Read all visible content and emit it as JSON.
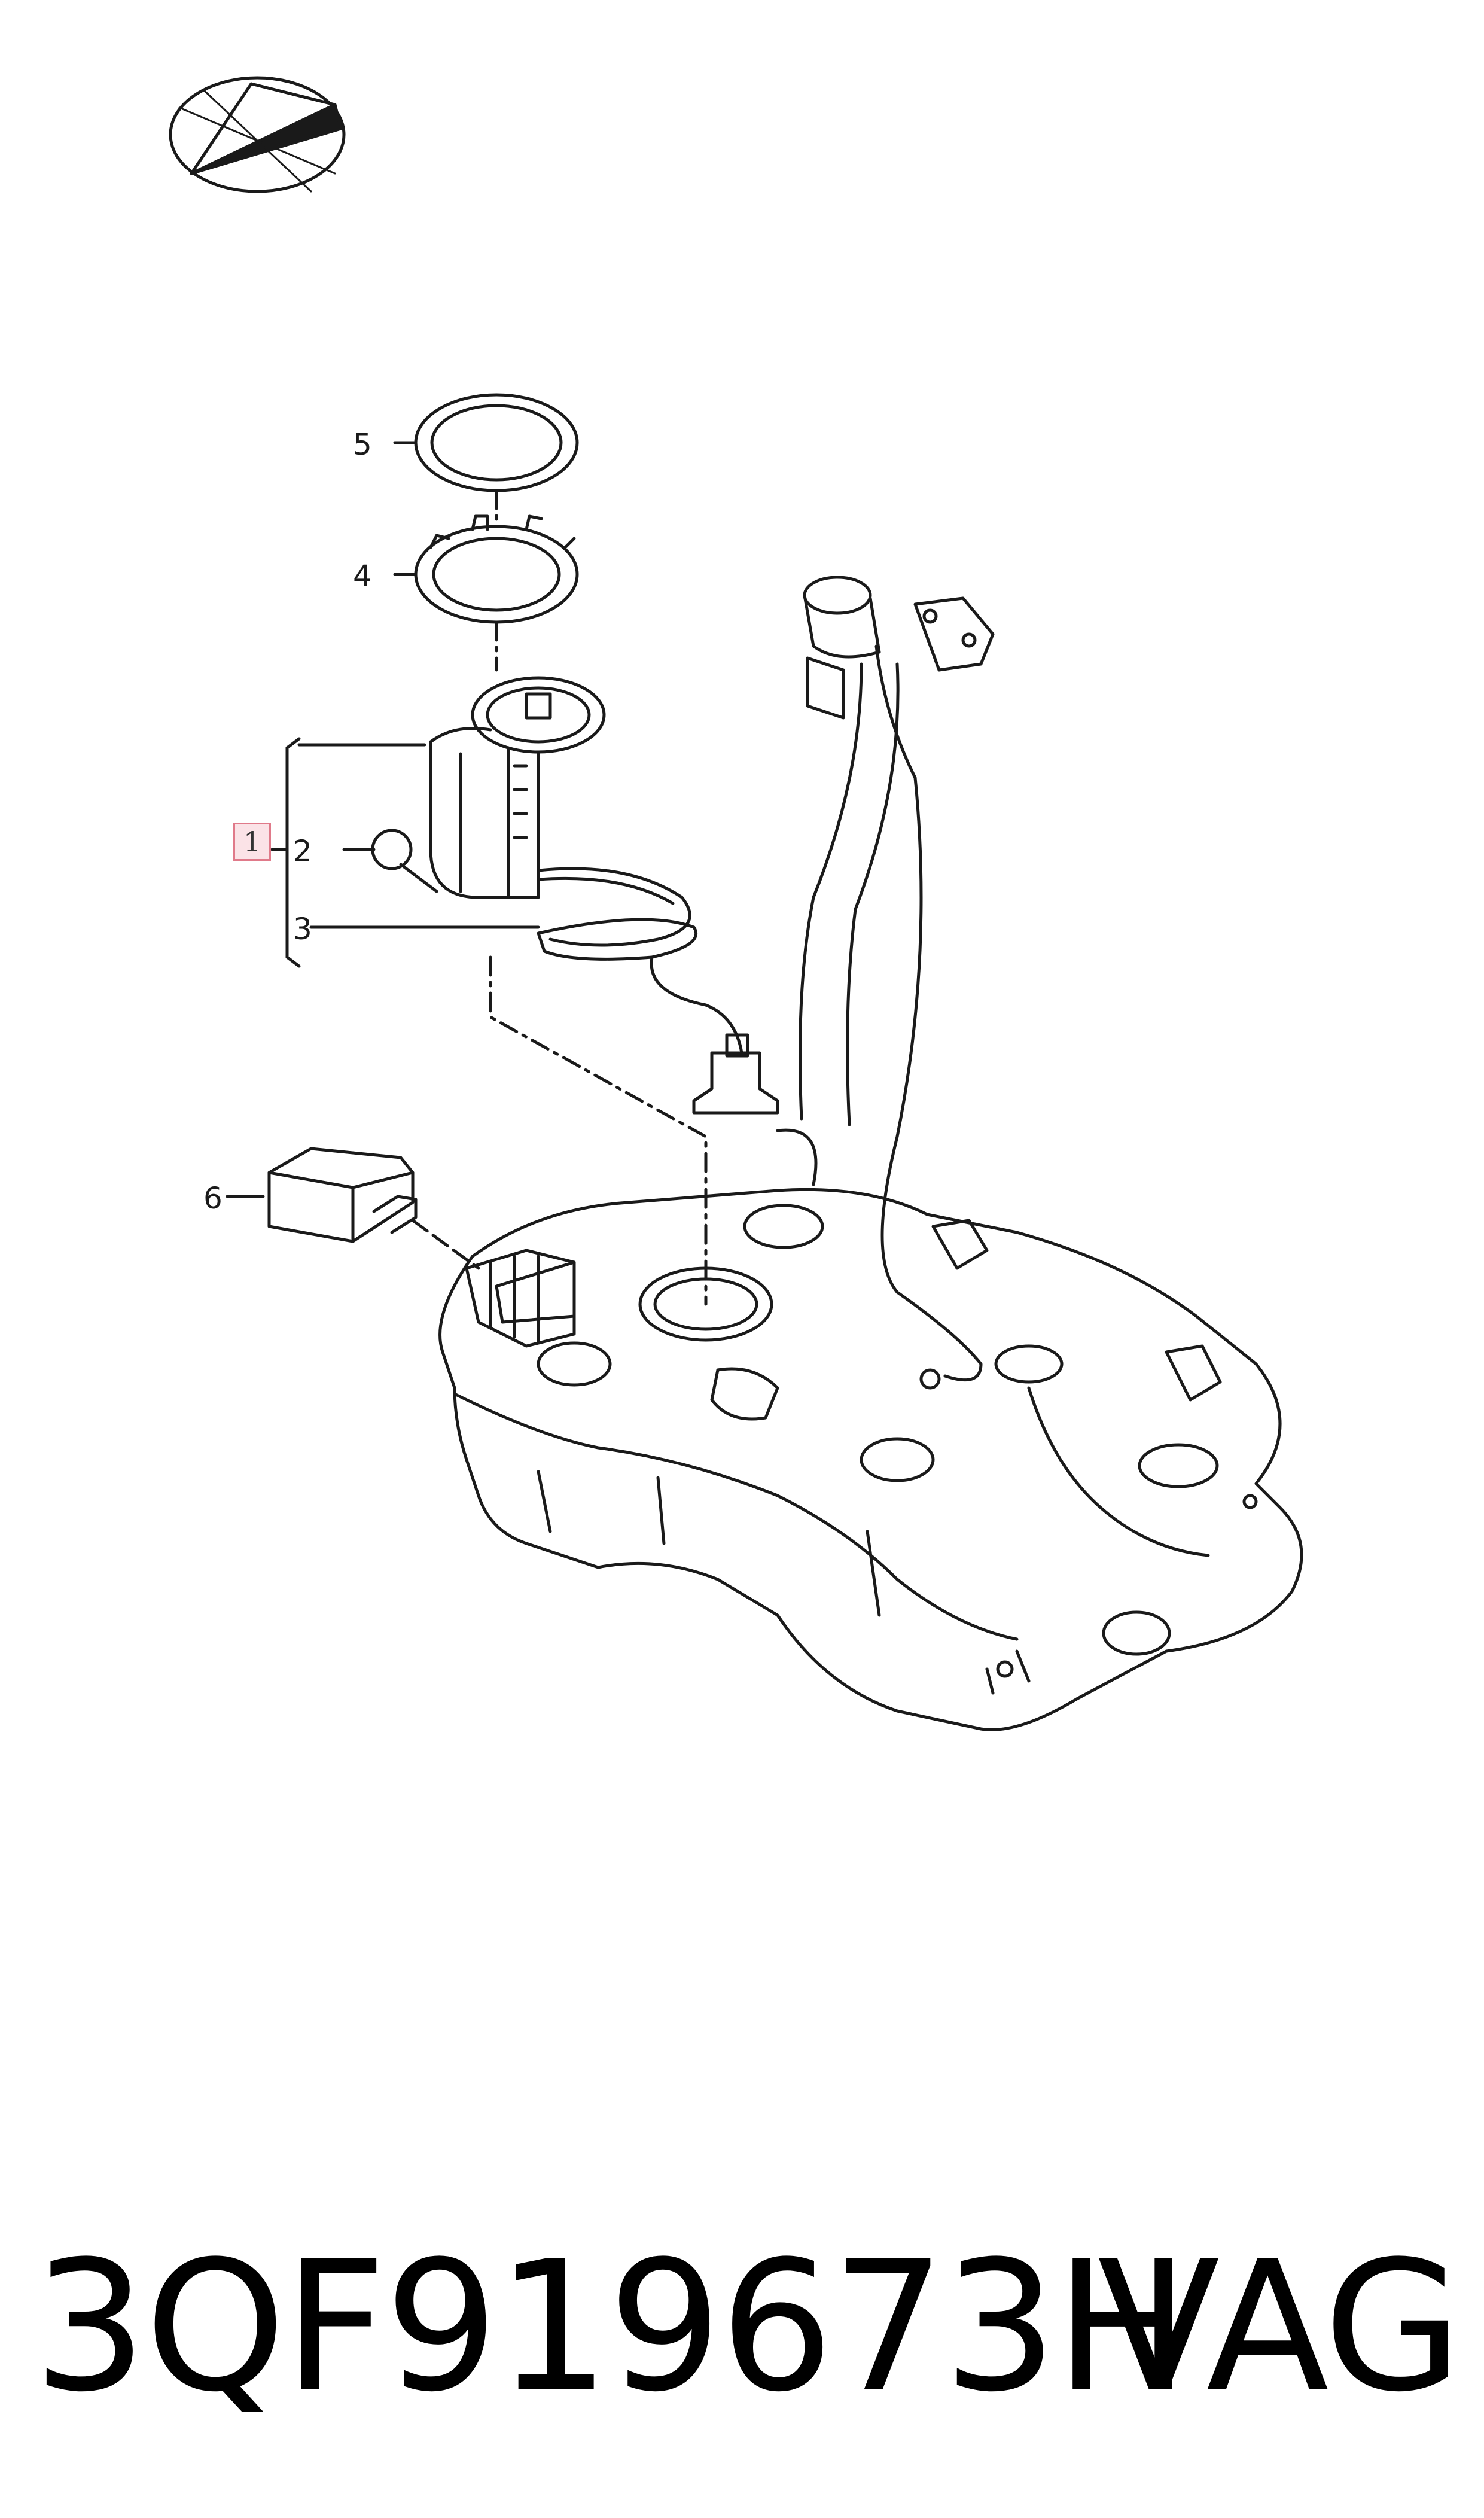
{
  "callouts": {
    "c1": "1",
    "c2": "2",
    "c3": "3",
    "c4": "4",
    "c5": "5",
    "c6": "6"
  },
  "footer": {
    "part_number": "3QF919673H",
    "brand": "VAG"
  },
  "icons": {
    "logo": "paper-plane-ellipse-icon"
  },
  "colors": {
    "line": "#1a1a1a",
    "highlight_border": "#e07a8a",
    "highlight_fill": "#fbe3e7"
  }
}
